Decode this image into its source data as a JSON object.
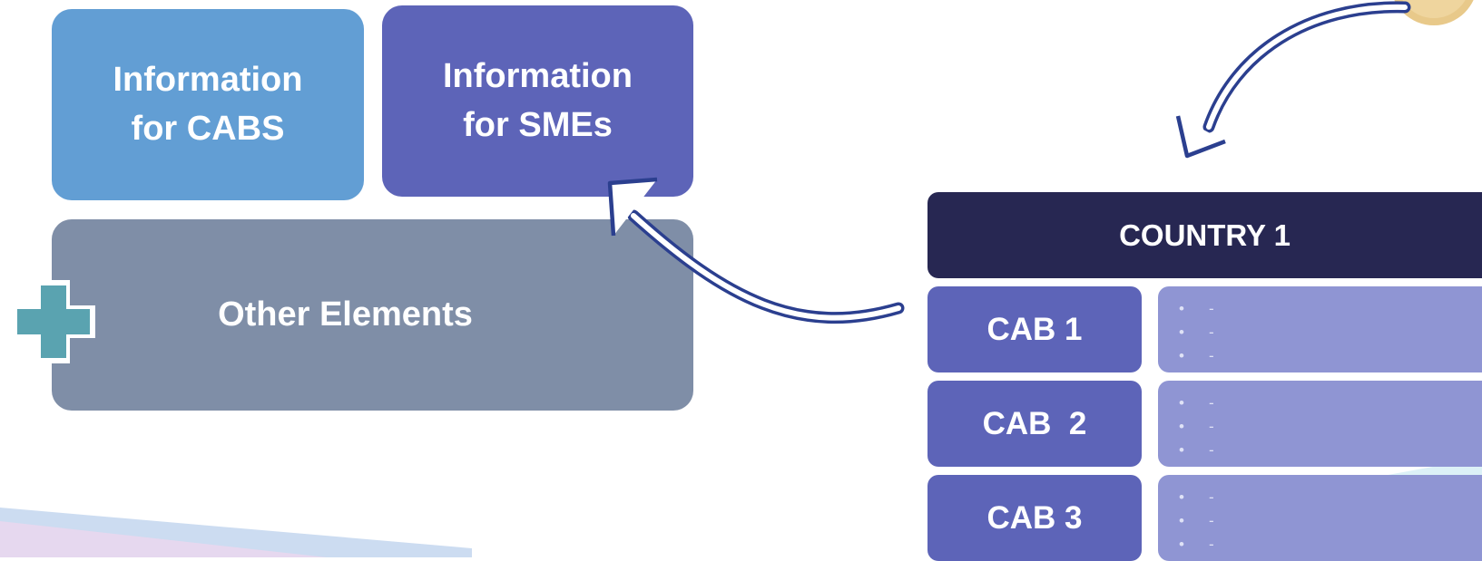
{
  "boxes": {
    "cabs_info": "Information\nfor CABS",
    "smes_info": "Information\nfor SMEs",
    "other_elements": "Other Elements"
  },
  "country_table": {
    "header": "COUNTRY 1",
    "rows": [
      {
        "label": "CAB 1",
        "bullets": [
          "-",
          "-",
          "-"
        ]
      },
      {
        "label": "CAB  2",
        "bullets": [
          "-",
          "-",
          "-"
        ]
      },
      {
        "label": "CAB 3",
        "bullets": [
          "-",
          "-",
          "-"
        ]
      }
    ]
  },
  "icons": {
    "plus": "plus-icon",
    "coin": "coin-icon",
    "arrow_top": "curved-arrow-icon",
    "arrow_left": "curved-arrow-icon"
  },
  "colors": {
    "cabs_box": "#629ed4",
    "smes_box": "#5d64b8",
    "other_box": "#7f8ea7",
    "country_header": "#272752",
    "cab_label": "#5d64b8",
    "cab_detail": "#8f95d3",
    "arrow": "#2b3f8f",
    "plus": "#5aa3b0"
  }
}
